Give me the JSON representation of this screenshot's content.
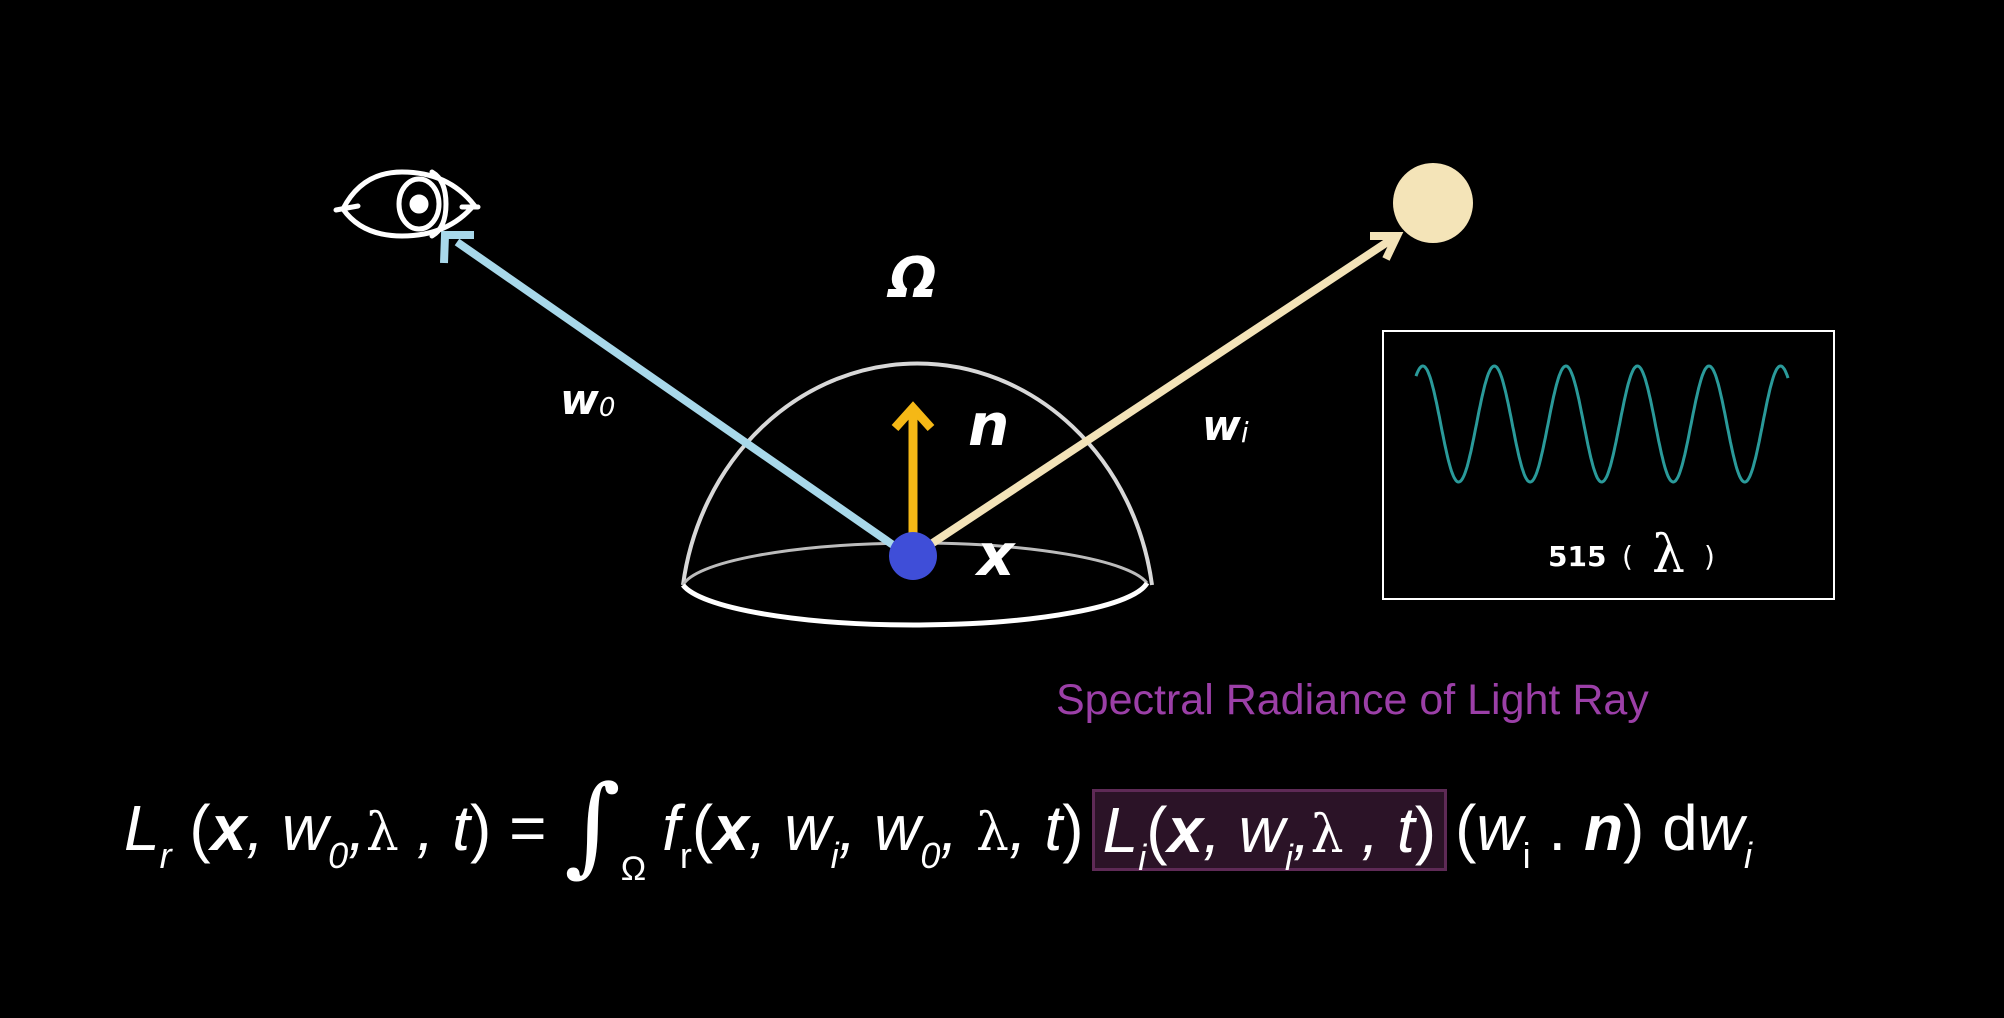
{
  "diagram": {
    "labels": {
      "hemisphere": "Ω",
      "outgoing_direction": "w",
      "outgoing_direction_sub": "0",
      "incoming_direction": "w",
      "incoming_direction_sub": "i",
      "normal": "n",
      "point": "x"
    },
    "inset": {
      "label_number": "515",
      "label_open": "(",
      "label_symbol": "λ",
      "label_close": ")"
    },
    "colors": {
      "background": "#000000",
      "outgoing_ray": "#a8d8ea",
      "incoming_ray": "#f3e3b8",
      "normal_arrow": "#f5b816",
      "point": "#3f4ed8",
      "light_source": "#f4e4b8",
      "hemisphere": "#d8d8d8",
      "wave": "#2a9a9a",
      "highlight_text": "#9b3fa7",
      "highlight_box": "#2b1327"
    },
    "icons": {
      "viewer": "eye-icon",
      "light": "light-source-icon"
    }
  },
  "caption": "Spectral Radiance of Light Ray",
  "equation": {
    "L": "L",
    "r": "r",
    "x": "x",
    "w": "w",
    "zero": "0",
    "i": "i",
    "lambda": "λ",
    "t": "t",
    "equals": "=",
    "integral": "∫",
    "omega": "Ω",
    "f": "f",
    "n": "n",
    "d": "d",
    "open": "(",
    "close": ")",
    "comma": ",",
    "dot": "."
  }
}
